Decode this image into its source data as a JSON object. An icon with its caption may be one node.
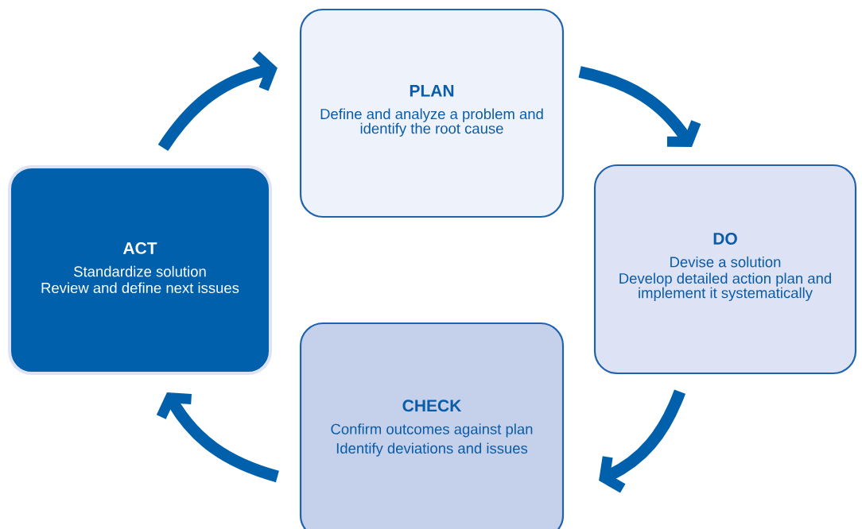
{
  "diagram": {
    "nodes": [
      {
        "text": [
          "PLAN",
          "Define and analyze a problem and identify the root cause"
        ]
      },
      {
        "text": [
          "DO",
          "Devise a solution",
          "Develop detailed action plan and implement it systematically"
        ]
      },
      {
        "text": [
          "CHECK",
          "Confirm outcomes against plan",
          "Identify deviations and issues"
        ]
      },
      {
        "text": [
          "ACT",
          "Standardize solution",
          "Review and define next issues"
        ]
      }
    ],
    "edges": [
      {
        "from": 3,
        "to": 0,
        "arrow": "to"
      },
      {
        "from": 0,
        "to": 1,
        "arrow": "to"
      },
      {
        "from": 1,
        "to": 2,
        "arrow": "to"
      },
      {
        "from": 2,
        "to": 3,
        "arrow": "to"
      }
    ]
  }
}
